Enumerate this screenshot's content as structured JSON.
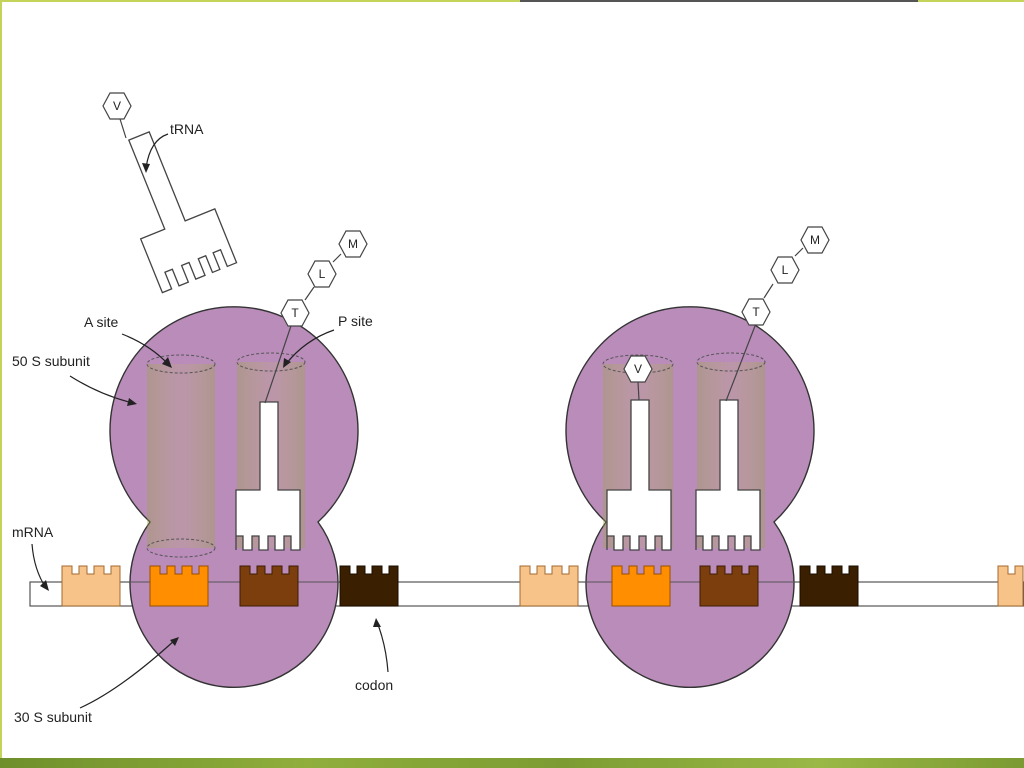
{
  "labels": {
    "trna": "tRNA",
    "a_site": "A site",
    "p_site": "P site",
    "subunit_50s": "50 S subunit",
    "mrna": "mRNA",
    "codon": "codon",
    "subunit_30s": "30 S subunit"
  },
  "amino_acids": {
    "free_trna": "V",
    "left_chain": [
      "T",
      "L",
      "M"
    ],
    "right_a_site": "V",
    "right_chain": [
      "T",
      "L",
      "M"
    ]
  },
  "colors": {
    "large_subunit": "#dede57",
    "small_subunit": "#b98cba",
    "codon_light": "#f7c388",
    "codon_orange": "#ff8f00",
    "codon_brown": "#7b3e0c",
    "codon_dark": "#3a1f00",
    "accent_border": "#c4d45a"
  }
}
